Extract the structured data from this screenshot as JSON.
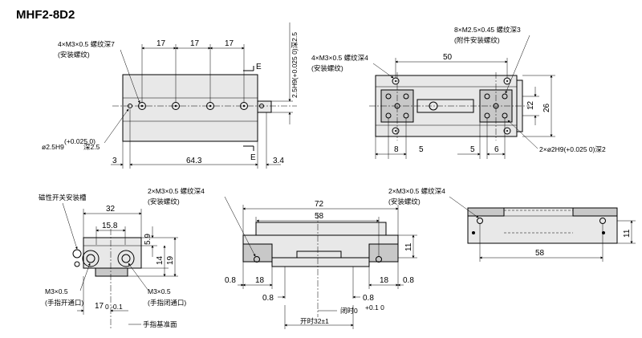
{
  "title": "MHF2-8D2",
  "top_left": {
    "dim_17a": "17",
    "dim_17b": "17",
    "dim_17c": "17",
    "tap_note": "4×M3×0.5 螺纹深7",
    "tap_sub": "(安装螺纹)",
    "pin_note": "ø2.5H9",
    "pin_tol": "(+0.025 0)",
    "pin_depth": "深2.5",
    "dim_3": "3",
    "dim_64_3": "64.3",
    "dim_3_4": "3.4",
    "section_e_top": "E",
    "section_e_bottom": "E",
    "vert_note": "2.5H9(+0.025 0)深2.5"
  },
  "top_right": {
    "tap_note": "4×M3×0.5 螺纹深4",
    "tap_sub": "(安装螺纹)",
    "finger_note": "8×M2.5×0.45 螺纹深3",
    "finger_sub": "(附件安装螺纹)",
    "dim_50": "50",
    "dim_12": "12",
    "dim_26": "26",
    "dim_8": "8",
    "dim_5a": "5",
    "dim_5b": "5",
    "dim_6": "6",
    "pin_note": "2×ø2H9(+0.025 0)深2"
  },
  "bottom_left": {
    "switch_note": "磁性开关安装槽",
    "dim_32": "32",
    "dim_15_8": "15.8",
    "dim_5_9": "5.9",
    "dim_14": "14",
    "dim_19": "19",
    "port_open": "M3×0.5",
    "port_open_sub": "(手指开通口)",
    "port_close": "M3×0.5",
    "port_close_sub": "(手指闭通口)",
    "dim_17": "17",
    "dim_17_tol": "0 -0.1",
    "datum_note": "手指基准面"
  },
  "bottom_mid": {
    "tap_note": "2×M3×0.5 螺纹深4",
    "tap_sub": "(安装螺纹)",
    "dim_72": "72",
    "dim_58": "58",
    "dim_11": "11",
    "dim_0_8a": "0.8",
    "dim_18a": "18",
    "dim_18b": "18",
    "dim_0_8b": "0.8",
    "dim_0_8c": "0.8",
    "dim_0_8d": "0.8",
    "closed_note": "闭时0",
    "closed_tol": "+0.1 0",
    "open_note": "开时32±1"
  },
  "bottom_right": {
    "tap_note": "2×M3×0.5 螺纹深4",
    "tap_sub": "(安装螺纹)",
    "dim_11": "11",
    "dim_58": "58"
  }
}
